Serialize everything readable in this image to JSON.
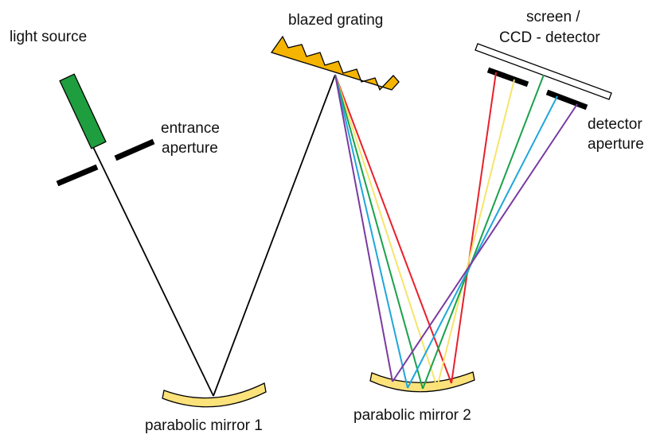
{
  "labels": {
    "light_source": "light source",
    "entrance_aperture_line1": "entrance",
    "entrance_aperture_line2": "aperture",
    "blazed_grating": "blazed grating",
    "screen_line1": "screen /",
    "screen_line2": "CCD - detector",
    "detector_aperture_line1": "detector",
    "detector_aperture_line2": "aperture",
    "parabolic_mirror_1": "parabolic mirror 1",
    "parabolic_mirror_2": "parabolic mirror 2"
  },
  "colors": {
    "light_source": "#1e9e3e",
    "grating": "#f5b400",
    "mirror": "#fbe27a",
    "beam": "#000000",
    "ray_red": "#e8202a",
    "ray_yellow": "#f7e46b",
    "ray_green": "#1aa14b",
    "ray_blue": "#1fa6dc",
    "ray_purple": "#7a3aa0"
  },
  "spectral_rays": [
    "red",
    "yellow",
    "green",
    "blue",
    "purple"
  ]
}
